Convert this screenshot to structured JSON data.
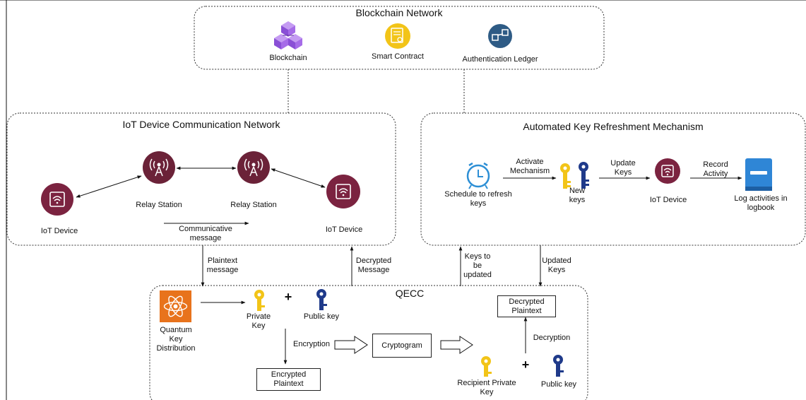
{
  "blockchain_network": {
    "title": "Blockchain Network",
    "blockchain_label": "Blockchain",
    "smart_contract_label": "Smart Contract",
    "auth_ledger_label": "Authentication Ledger"
  },
  "iot_network": {
    "title": "IoT Device Communication Network",
    "device_left_label": "IoT Device",
    "relay_1_label": "Relay Station",
    "relay_2_label": "Relay Station",
    "device_right_label": "IoT Device",
    "comm_message_label": "Communicative\nmessage"
  },
  "key_refresh": {
    "title": "Automated Key Refreshment Mechanism",
    "schedule_label": "Schedule to refresh\nkeys",
    "activate_label": "Activate\nMechanism",
    "new_keys_label": "New\nkeys",
    "update_keys_label": "Update\nKeys",
    "iot_device_label": "IoT Device",
    "record_activity_label": "Record\nActivity",
    "log_label": "Log activities in\nlogbook"
  },
  "flows": {
    "plaintext_message": "Plaintext\nmessage",
    "decrypted_message": "Decrypted\nMessage",
    "keys_to_be_updated": "Keys to\nbe\nupdated",
    "updated_keys": "Updated\nKeys"
  },
  "qecc": {
    "title": "QECC",
    "qkd_label": "Quantum\nKey\nDistribution",
    "private_key_label": "Private\nKey",
    "plus_1": "+",
    "public_key_label": "Public key",
    "encryption_label": "Encryption",
    "encrypted_plaintext": "Encrypted\nPlaintext",
    "cryptogram": "Cryptogram",
    "recipient_private_key_label": "Recipient Private\nKey",
    "plus_2": "+",
    "public_key_2_label": "Public key",
    "decryption_label": "Decryption",
    "decrypted_plaintext": "Decrypted\nPlaintext"
  },
  "colors": {
    "device_maroon": "#7b2340",
    "relay_maroon": "#6b2238",
    "gold": "#f2c418",
    "navy": "#1f3a8a",
    "blockchain_purple": "#9b5de5",
    "ledger_blue": "#2e5b85",
    "qkd_orange": "#e8731c",
    "clock_blue": "#2d8fd5",
    "book_blue": "#2f86d6"
  }
}
